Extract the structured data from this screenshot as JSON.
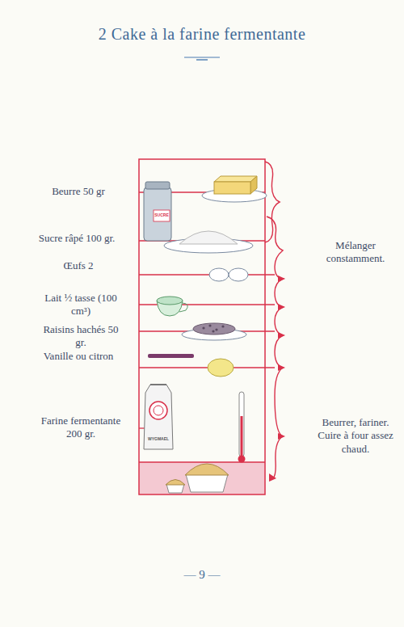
{
  "diagram": {
    "title": "2 Cake à la farine fermentante",
    "labels": [
      "Beurre 50 gr",
      "Sucre râpé 100 gr.",
      "Œufs 2",
      "Lait ½ tasse (100 cm³)",
      "Raisins hachés 50 gr.",
      "Vanille ou citron",
      "Farine fermentante 200 gr.",
      "Mélanger constamment.",
      "Beurrer, fariner. Cuire à four assez chaud.",
      "SUCRE",
      "WYGMAEL",
      "— 9 —"
    ]
  }
}
